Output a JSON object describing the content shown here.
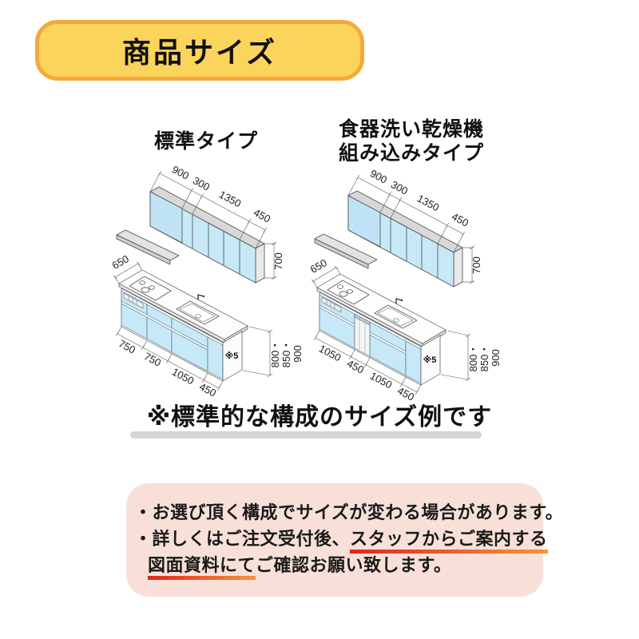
{
  "banner": {
    "label": "商品サイズ",
    "fill": "#FBD45C",
    "border": "#F4A83C"
  },
  "diagrams": {
    "left": {
      "title": "標準タイプ",
      "upper_dims": [
        "900",
        "300",
        "1350",
        "450"
      ],
      "counter_depth_label": "650",
      "upper_height_label": "700",
      "bottom_dims": [
        "750",
        "750",
        "1050",
        "450"
      ],
      "end_panel_label": "※5",
      "height_labels": [
        "800・",
        "850・",
        "900"
      ]
    },
    "right": {
      "title_line1": "食器洗い乾燥機",
      "title_line2": "組み込みタイプ",
      "upper_dims": [
        "900",
        "300",
        "1350",
        "450"
      ],
      "counter_depth_label": "650",
      "upper_height_label": "700",
      "bottom_dims": [
        "1050",
        "450",
        "1050",
        "450"
      ],
      "end_panel_label": "※5",
      "height_labels": [
        "800・",
        "850・",
        "900"
      ]
    }
  },
  "note": {
    "text": "※標準的な構成のサイズ例です"
  },
  "footer": {
    "bullet1": "・お選び頂く構成でサイズが変わる場合があります。",
    "bullet2_prefix": "・詳しくはご注文受付後、",
    "bullet2_underlined": "スタッフからご案内する",
    "bullet3_underlined": "図面資料にて",
    "bullet3_suffix": "ご確認お願い致します。",
    "box_fill": "#F8E0D9",
    "underline_gradient": [
      "#E2251B",
      "#F7953C"
    ]
  },
  "colors": {
    "cabinet_blue": "#C7E8F7",
    "cabinet_blue_dark": "#BFE3F4",
    "top_gray": "#D8D8D8",
    "divider_gray": "#D4D4D4"
  }
}
